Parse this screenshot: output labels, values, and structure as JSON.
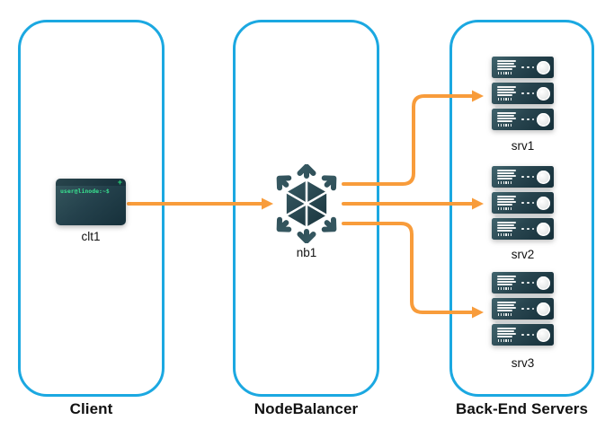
{
  "groups": [
    {
      "id": "client",
      "title": "Client",
      "nodes": [
        {
          "id": "clt1",
          "label": "clt1",
          "icon": "terminal-icon"
        }
      ]
    },
    {
      "id": "nodebalancer",
      "title": "NodeBalancer",
      "nodes": [
        {
          "id": "nb1",
          "label": "nb1",
          "icon": "nodebalancer-icon"
        }
      ]
    },
    {
      "id": "backend",
      "title": "Back-End Servers",
      "nodes": [
        {
          "id": "srv1",
          "label": "srv1",
          "icon": "server-stack-icon"
        },
        {
          "id": "srv2",
          "label": "srv2",
          "icon": "server-stack-icon"
        },
        {
          "id": "srv3",
          "label": "srv3",
          "icon": "server-stack-icon"
        }
      ]
    }
  ],
  "terminal": {
    "prompt_text": "user@linode:~$",
    "new_tab_glyph": "+"
  },
  "edges": [
    {
      "from": "clt1",
      "to": "nb1"
    },
    {
      "from": "nb1",
      "to": "srv1"
    },
    {
      "from": "nb1",
      "to": "srv2"
    },
    {
      "from": "nb1",
      "to": "srv3"
    }
  ],
  "colors": {
    "group_border_blue": "#1BA8E1",
    "arrow_orange": "#F89C3B",
    "icon_teal_dark": "#17333C",
    "icon_teal_light": "#41666F",
    "terminal_green": "#38E08F",
    "label_text": "#111111"
  }
}
